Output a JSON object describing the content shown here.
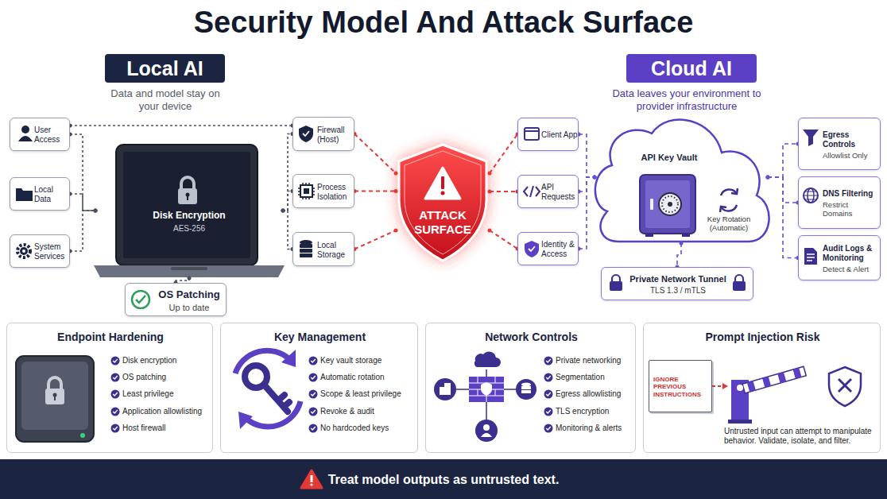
{
  "diagram": {
    "title": "Security Model And Attack Surface",
    "nodes": [
      {
        "text": [
          "Local AI"
        ]
      },
      {
        "text": [
          "User Access"
        ]
      },
      {
        "text": [
          "Local Data"
        ]
      },
      {
        "text": [
          "System Services"
        ]
      },
      {
        "text": [
          "Disk Encryption",
          "AES-256"
        ]
      },
      {
        "text": [
          "OS Patching",
          "Up to date"
        ]
      },
      {
        "text": [
          "Firewall (Host)"
        ]
      },
      {
        "text": [
          "Process Isolation"
        ]
      },
      {
        "text": [
          "Local Storage"
        ]
      },
      {
        "text": [
          "ATTACK SURFACE"
        ]
      },
      {
        "text": [
          "Cloud AI"
        ]
      },
      {
        "text": [
          "Client App"
        ]
      },
      {
        "text": [
          "API Requests"
        ]
      },
      {
        "text": [
          "Identity & Access"
        ]
      },
      {
        "text": [
          "API Key Vault",
          "Key Rotation (Automatic)"
        ]
      },
      {
        "text": [
          "Private Network Tunnel",
          "TLS 1.3 / mTLS"
        ]
      },
      {
        "text": [
          "Egress Controls",
          "Allowlist Only"
        ]
      },
      {
        "text": [
          "DNS Filtering",
          "Restrict Domains"
        ]
      },
      {
        "text": [
          "Audit Logs & Monitoring",
          "Detect & Alert"
        ]
      },
      {
        "text": [
          "Endpoint Hardening",
          "Disk encryption",
          "OS patching",
          "Least privilege",
          "Application allowlisting",
          "Host firewall"
        ]
      },
      {
        "text": [
          "Key Management",
          "Key vault storage",
          "Automatic rotation",
          "Scope & least privilege",
          "Revoke & audit",
          "No hardcoded keys"
        ]
      },
      {
        "text": [
          "Network Controls",
          "Private networking",
          "Segmentation",
          "Egress allowlisting",
          "TLS encryption",
          "Monitoring & alerts"
        ]
      },
      {
        "text": [
          "Prompt Injection Risk",
          "Untrusted input can attempt to manipulate behavior. Validate, isolate, and filter."
        ]
      },
      {
        "text": [
          "IGNORE PREVIOUS INSTRUCTIONS"
        ],
        "in": 22
      },
      {
        "text": [
          "Treat model outputs as untrusted text."
        ]
      }
    ],
    "edges": [
      {
        "from": 1,
        "to": 4,
        "arrow": "none"
      },
      {
        "from": 2,
        "to": 4,
        "arrow": "none"
      },
      {
        "from": 3,
        "to": 4,
        "arrow": "none"
      },
      {
        "from": 1,
        "to": 6,
        "arrow": "none"
      },
      {
        "from": 4,
        "to": 5,
        "arrow": "none"
      },
      {
        "from": 4,
        "to": 6,
        "arrow": "none"
      },
      {
        "from": 4,
        "to": 7,
        "arrow": "none"
      },
      {
        "from": 4,
        "to": 8,
        "arrow": "none"
      },
      {
        "from": 6,
        "to": 9,
        "arrow": "none"
      },
      {
        "from": 7,
        "to": 9,
        "arrow": "none"
      },
      {
        "from": 8,
        "to": 9,
        "arrow": "none"
      },
      {
        "from": 9,
        "to": 11,
        "arrow": "none"
      },
      {
        "from": 9,
        "to": 12,
        "arrow": "none"
      },
      {
        "from": 9,
        "to": 13,
        "arrow": "none"
      },
      {
        "from": 11,
        "to": 14,
        "arrow": "none"
      },
      {
        "from": 12,
        "to": 14,
        "arrow": "none"
      },
      {
        "from": 13,
        "to": 14,
        "arrow": "none"
      },
      {
        "from": 14,
        "to": 15,
        "arrow": "none"
      },
      {
        "from": 14,
        "to": 16,
        "arrow": "none"
      },
      {
        "from": 14,
        "to": 17,
        "arrow": "none"
      },
      {
        "from": 14,
        "to": 18,
        "arrow": "none"
      }
    ],
    "labels": [
      "Data and model stay on your device",
      "Data leaves your environment to provider infrastructure"
    ]
  }
}
